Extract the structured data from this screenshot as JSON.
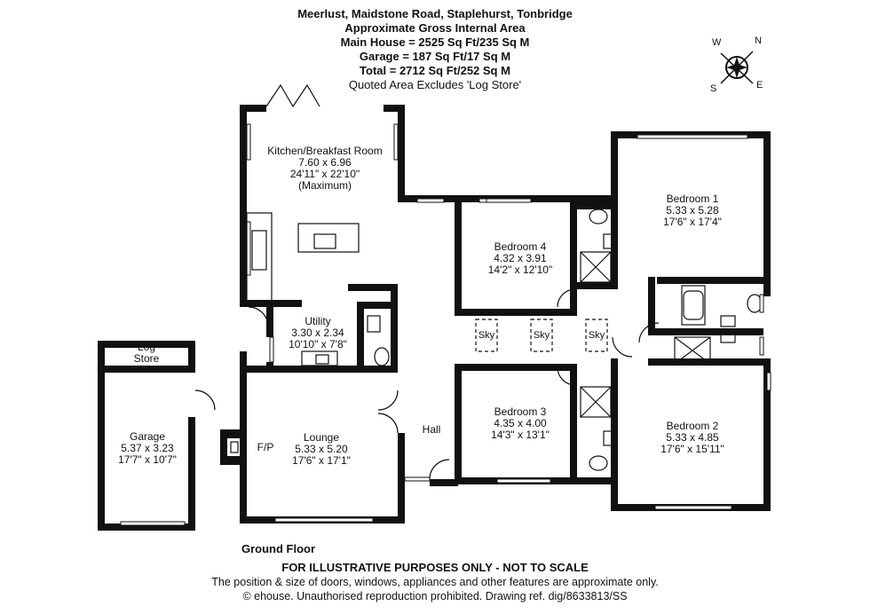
{
  "header": {
    "title": "Meerlust, Maidstone Road, Staplehurst, Tonbridge",
    "subtitle": "Approximate Gross Internal Area",
    "main_house": "Main House = 2525 Sq Ft/235 Sq M",
    "garage": "Garage = 187 Sq Ft/17 Sq M",
    "total": "Total = 2712 Sq Ft/252 Sq M",
    "note": "Quoted Area Excludes 'Log Store'"
  },
  "compass": {
    "n": "N",
    "e": "E",
    "s": "S",
    "w": "W"
  },
  "rooms": {
    "kitchen": {
      "name": "Kitchen/Breakfast Room",
      "metric": "7.60 x 6.96",
      "imperial": "24'11\" x 22'10\"",
      "note": "(Maximum)"
    },
    "bedroom1": {
      "name": "Bedroom 1",
      "metric": "5.33 x 5.28",
      "imperial": "17'6\" x 17'4\""
    },
    "bedroom4": {
      "name": "Bedroom 4",
      "metric": "4.32 x 3.91",
      "imperial": "14'2\" x 12'10\""
    },
    "utility": {
      "name": "Utility",
      "metric": "3.30 x 2.34",
      "imperial": "10'10\" x 7'8\""
    },
    "log_store": {
      "name": "Log",
      "name2": "Store"
    },
    "garage": {
      "name": "Garage",
      "metric": "5.37 x 3.23",
      "imperial": "17'7\" x 10'7\""
    },
    "lounge": {
      "name": "Lounge",
      "metric": "5.33 x 5.20",
      "imperial": "17'6\" x 17'1\""
    },
    "fireplace": {
      "name": "F/P"
    },
    "hall": {
      "name": "Hall"
    },
    "bedroom3": {
      "name": "Bedroom 3",
      "metric": "4.35 x 4.00",
      "imperial": "14'3\" x 13'1\""
    },
    "bedroom2": {
      "name": "Bedroom 2",
      "metric": "5.33 x 4.85",
      "imperial": "17'6\" x 15'11\""
    }
  },
  "skylights": [
    "Sky",
    "Sky",
    "Sky"
  ],
  "floor_name": "Ground Floor",
  "footer": {
    "disclaimer": "FOR ILLUSTRATIVE PURPOSES ONLY - NOT TO SCALE",
    "note": "The position & size of doors, windows, appliances and other features are approximate only.",
    "copyright": "© ehouse. Unauthorised reproduction prohibited. Drawing ref. dig/8633813/SS"
  },
  "colors": {
    "wall": "#111111",
    "background": "#ffffff"
  }
}
